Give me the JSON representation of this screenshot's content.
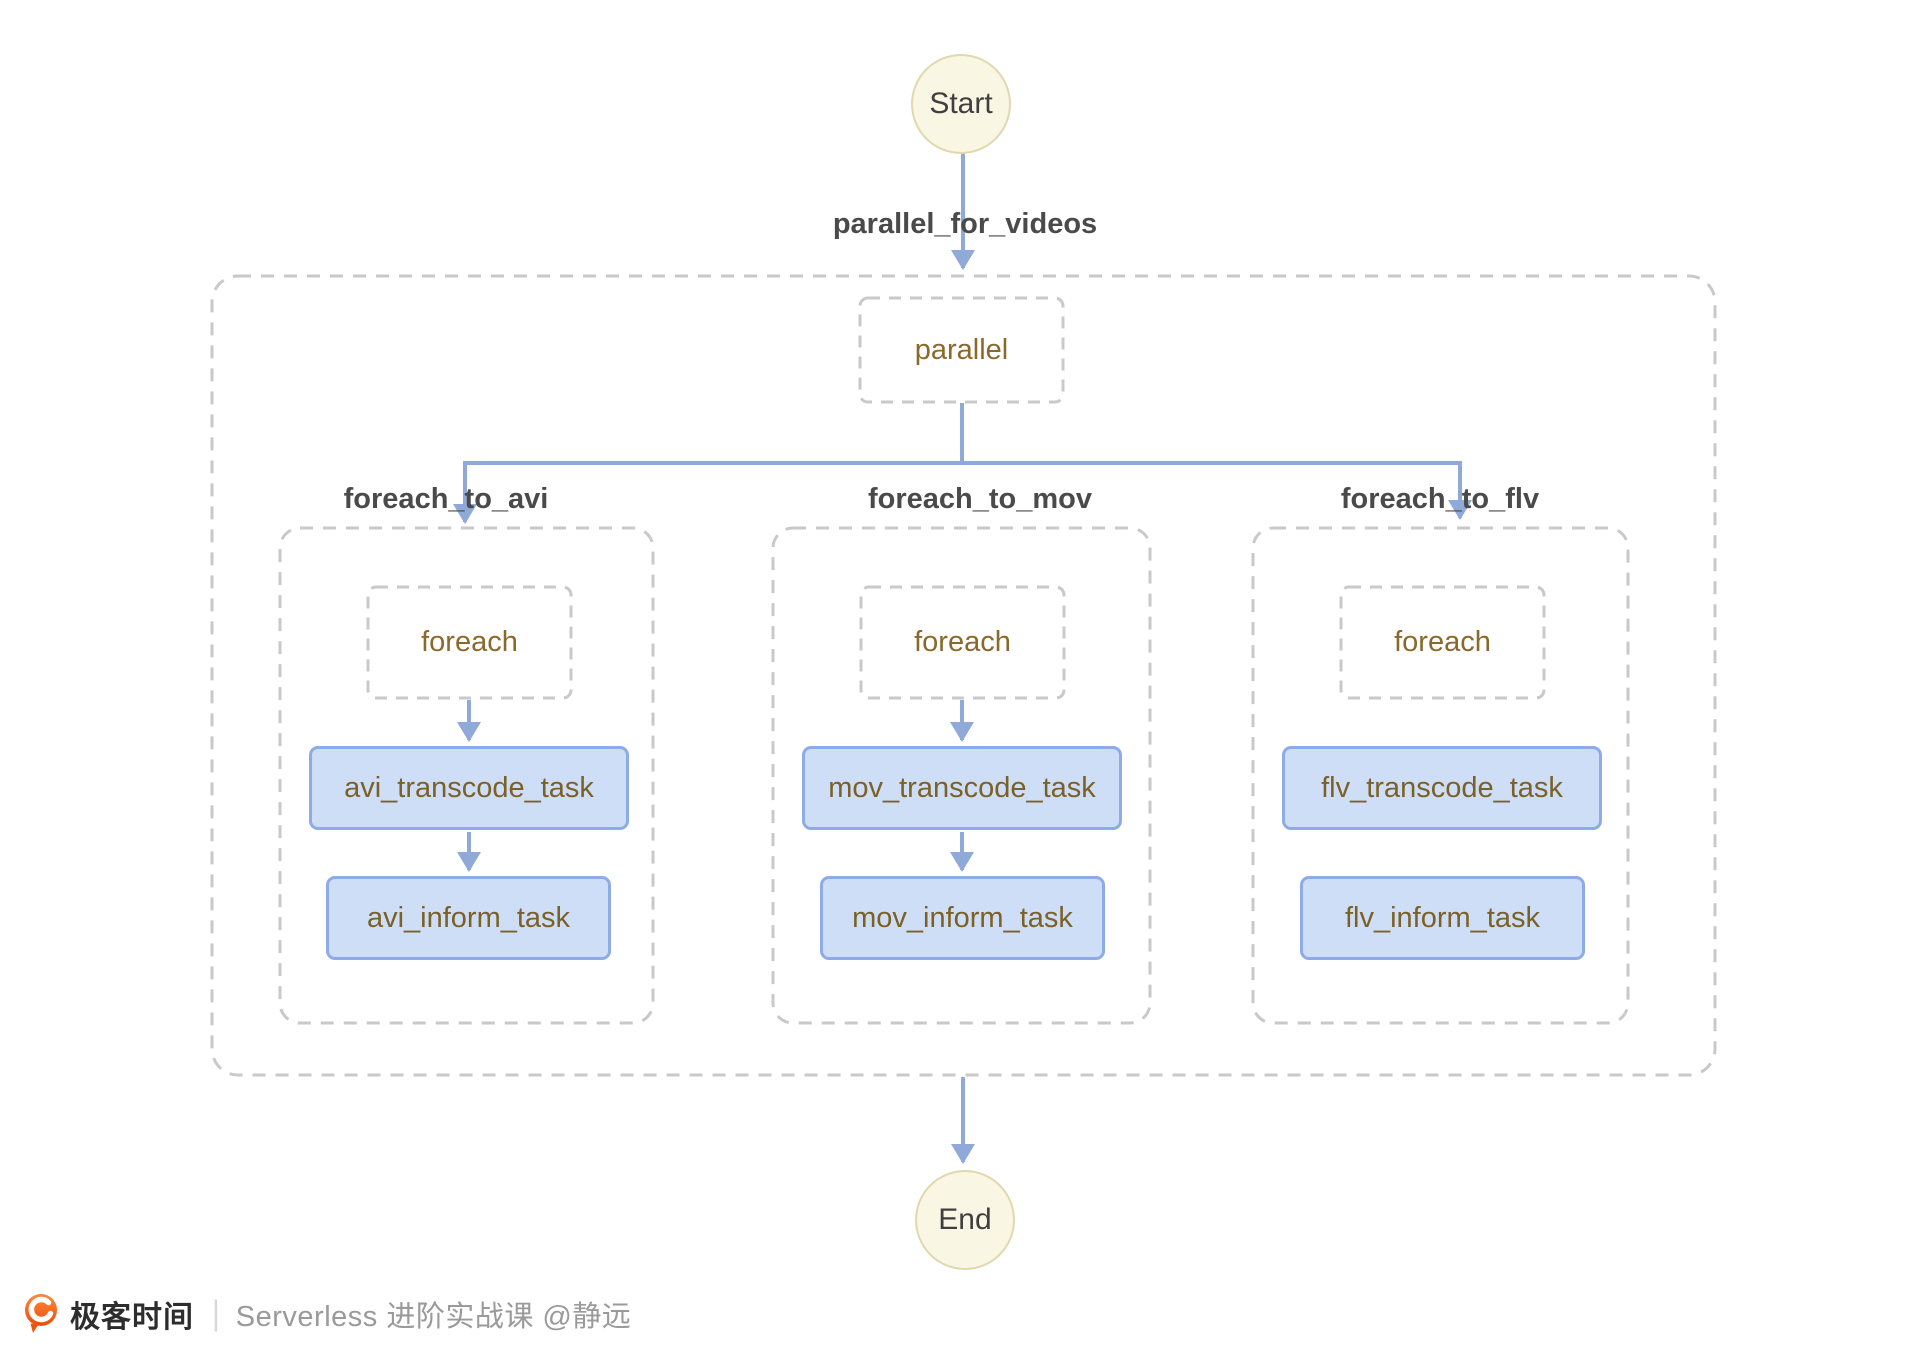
{
  "diagram": {
    "start_node": {
      "label": "Start"
    },
    "end_node": {
      "label": "End"
    },
    "entry_edge_label": "parallel_for_videos",
    "parallel_step": {
      "label": "parallel"
    },
    "branches": [
      {
        "edge_label": "foreach_to_avi",
        "foreach_label": "foreach",
        "tasks": [
          "avi_transcode_task",
          "avi_inform_task"
        ]
      },
      {
        "edge_label": "foreach_to_mov",
        "foreach_label": "foreach",
        "tasks": [
          "mov_transcode_task",
          "mov_inform_task"
        ]
      },
      {
        "edge_label": "foreach_to_flv",
        "foreach_label": "foreach",
        "tasks": [
          "flv_transcode_task",
          "flv_inform_task"
        ]
      }
    ],
    "colors": {
      "connector_blue": "#8fa9d8",
      "task_fill": "#cfdef7",
      "task_border": "#8cabe8",
      "terminal_fill": "#faf6e4",
      "terminal_border": "#e0d9ae",
      "step_text_brown": "#8a692b",
      "edge_label_gray": "#4a4a4a",
      "dashed_border_gray": "#c9c9c9",
      "brand_orange": "#f26522"
    }
  },
  "footer": {
    "brand": "极客时间",
    "divider": "|",
    "course": "Serverless 进阶实战课 @静远"
  }
}
